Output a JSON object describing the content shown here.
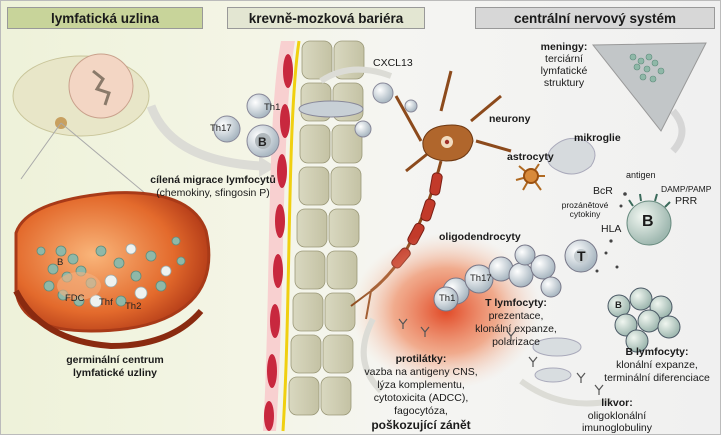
{
  "headers": {
    "lymph_node": "lymfatická uzlina",
    "bbb": "krevně-mozková bariéra",
    "cns": "centrální nervový systém"
  },
  "labels": {
    "cxcl13": "CXCL13",
    "th17_top": "Th17",
    "th1_top": "Th1",
    "b_top": "B",
    "migration_title": "cílená migrace lymfocytů",
    "migration_sub": "(chemokiny, sfingosin P)",
    "gc_b": "B",
    "gc_fdc": "FDC",
    "gc_thf": "Thf",
    "gc_th2": "Th2",
    "gc_title_1": "germinální centrum",
    "gc_title_2": "lymfatické uzliny",
    "neurons": "neurony",
    "meningy_title": "meningy:",
    "meningy_1": "terciární",
    "meningy_2": "lymfatické",
    "meningy_3": "struktury",
    "microglia": "mikroglie",
    "astrocytes": "astrocyty",
    "antigen": "antigen",
    "bcr": "BcR",
    "damp": "DAMP/PAMP",
    "prr": "PRR",
    "proinf_1": "prozánětové",
    "proinf_2": "cytokiny",
    "hla": "HLA",
    "b_big": "B",
    "t_big": "T",
    "oligo": "oligodendrocyty",
    "th17_mid": "Th17",
    "th1_mid": "Th1",
    "t_title": "T lymfocyty:",
    "t_1": "prezentace,",
    "t_2": "klonální expanze,",
    "t_3": "polarizace",
    "b_cluster": "B",
    "blymph_title": "B lymfocyty:",
    "blymph_1": "klonální expanze,",
    "blymph_2": "terminální diferenciace",
    "ab_title": "protilátky:",
    "ab_1": "vazba na antigeny CNS,",
    "ab_2": "lýza komplementu,",
    "ab_3": "cytotoxicita (ADCC),",
    "ab_4": "fagocytóza,",
    "ab_5": "poškozující zánět",
    "csf_title": "likvor:",
    "csf_1": "oligoklonální",
    "csf_2": "imunoglobuliny"
  },
  "colors": {
    "endothelium": "#c8283e",
    "membrane": "#f0d010",
    "neuron": "#8c4a1c",
    "node": "#d05a2a",
    "inflammation": "#e04420",
    "lymphocyte": "#a8b8c0"
  }
}
